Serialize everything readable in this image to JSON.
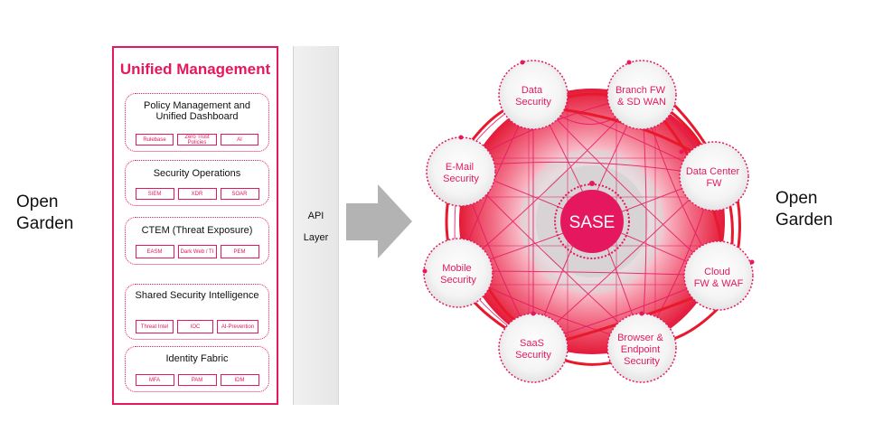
{
  "open_garden_left": [
    "Open",
    "Garden"
  ],
  "open_garden_right": [
    "Open",
    "Garden"
  ],
  "unified_management": {
    "title": "Unified Management",
    "sections": [
      {
        "title": "Policy Management and Unified Dashboard",
        "tags": [
          "Rulebase",
          "Zero Trust Policies",
          "AI"
        ]
      },
      {
        "title": "Security Operations",
        "tags": [
          "SIEM",
          "XDR",
          "SOAR"
        ]
      },
      {
        "title": "CTEM (Threat Exposure)",
        "tags": [
          "EASM",
          "Dark Web / TI",
          "PEM"
        ]
      },
      {
        "title": "Shared Security Intelligence",
        "tags": [
          "Threat Intel",
          "IOC",
          "AI-Prevention"
        ]
      },
      {
        "title": "Identity Fabric",
        "tags": [
          "MFA",
          "PAM",
          "IDM"
        ]
      }
    ]
  },
  "api_layer": {
    "line1": "API",
    "line2": "Layer"
  },
  "sase": {
    "center_label": "SASE",
    "nodes": [
      {
        "label": "Data Security"
      },
      {
        "label": "Branch FW & SD WAN"
      },
      {
        "label": "Data Center FW"
      },
      {
        "label": "Cloud FW & WAF"
      },
      {
        "label": "Browser & Endpoint Security"
      },
      {
        "label": "SaaS Security"
      },
      {
        "label": "Mobile Security"
      },
      {
        "label": "E-Mail Security"
      }
    ]
  },
  "colors": {
    "accent": "#e5175f",
    "arrow": "#b3b3b3"
  }
}
